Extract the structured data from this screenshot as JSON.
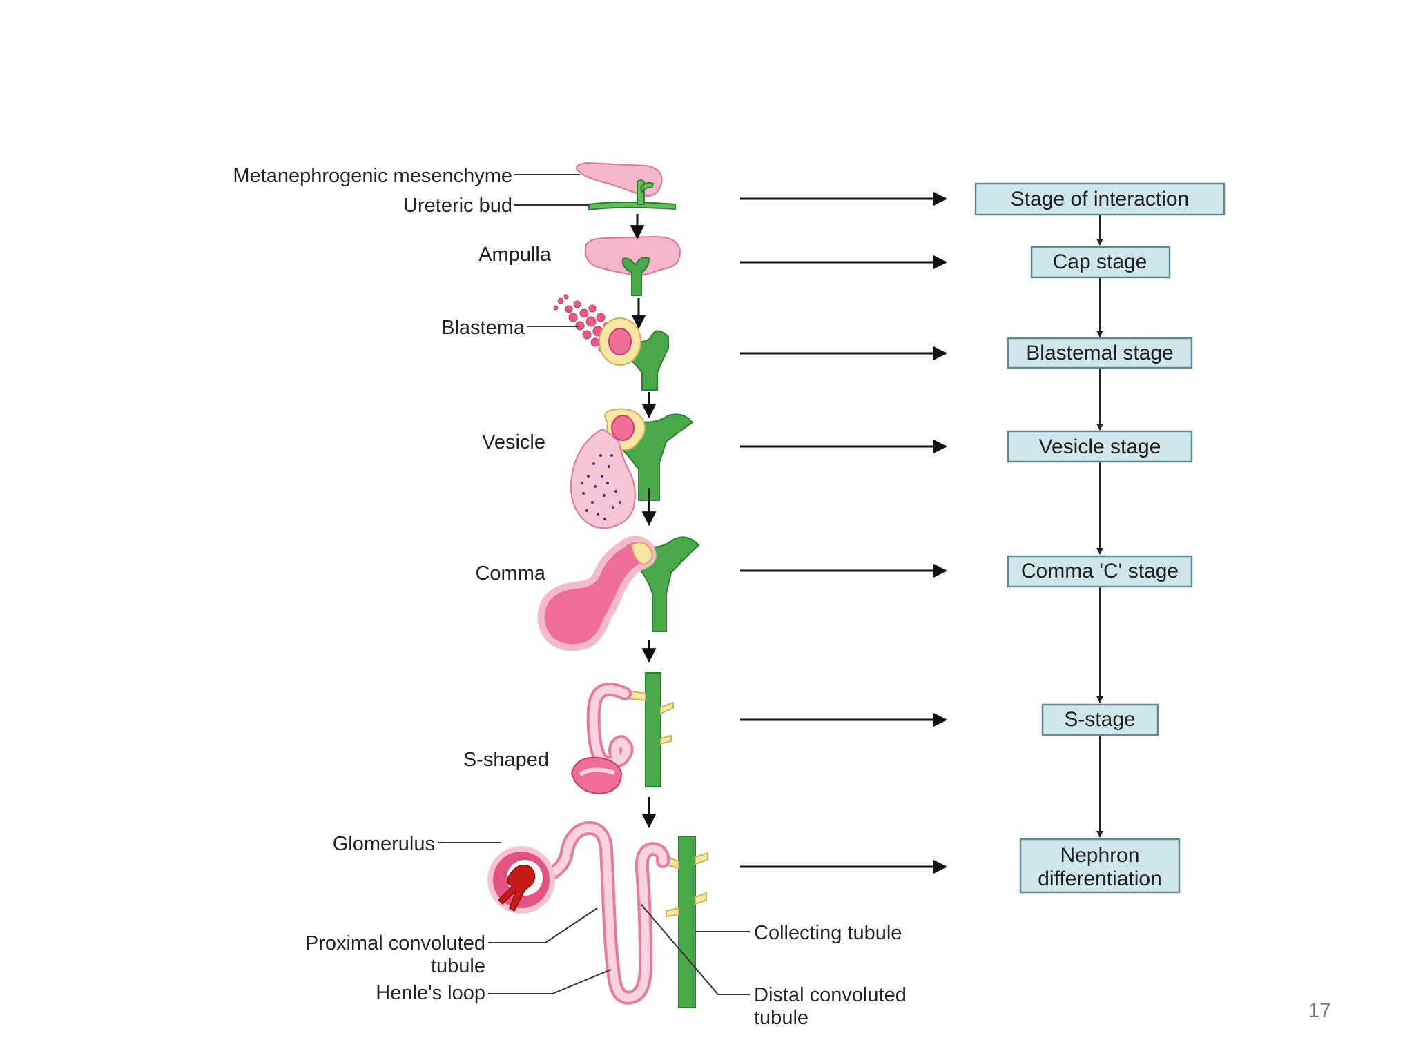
{
  "left_labels": {
    "metanephrogenic_mesenchyme": "Metanephrogenic mesenchyme",
    "ureteric_bud": "Ureteric bud",
    "ampulla": "Ampulla",
    "blastema": "Blastema",
    "vesicle": "Vesicle",
    "comma": "Comma",
    "s_shaped": "S-shaped",
    "glomerulus": "Glomerulus",
    "proximal_line1": "Proximal convoluted",
    "proximal_line2": "tubule",
    "henles_loop": "Henle's loop",
    "collecting_tubule": "Collecting tubule",
    "distal_line1": "Distal convoluted",
    "distal_line2": "tubule"
  },
  "stages": [
    {
      "label": "Stage of interaction"
    },
    {
      "label": "Cap stage"
    },
    {
      "label": "Blastemal stage"
    },
    {
      "label": "Vesicle stage"
    },
    {
      "label": "Comma 'C' stage"
    },
    {
      "label": "S-stage"
    },
    {
      "label": "Nephron",
      "label2": "differentiation"
    }
  ],
  "page_number": "17",
  "colors": {
    "stage_box_fill": "#cfe7ea",
    "stage_box_stroke": "#5c8a90",
    "mesenchyme_pink": "#f4b6cc",
    "tubule_pink": "#ee6e98",
    "ureteric_green": "#49a84a",
    "epithelium_yellow": "#f7e7a3"
  }
}
